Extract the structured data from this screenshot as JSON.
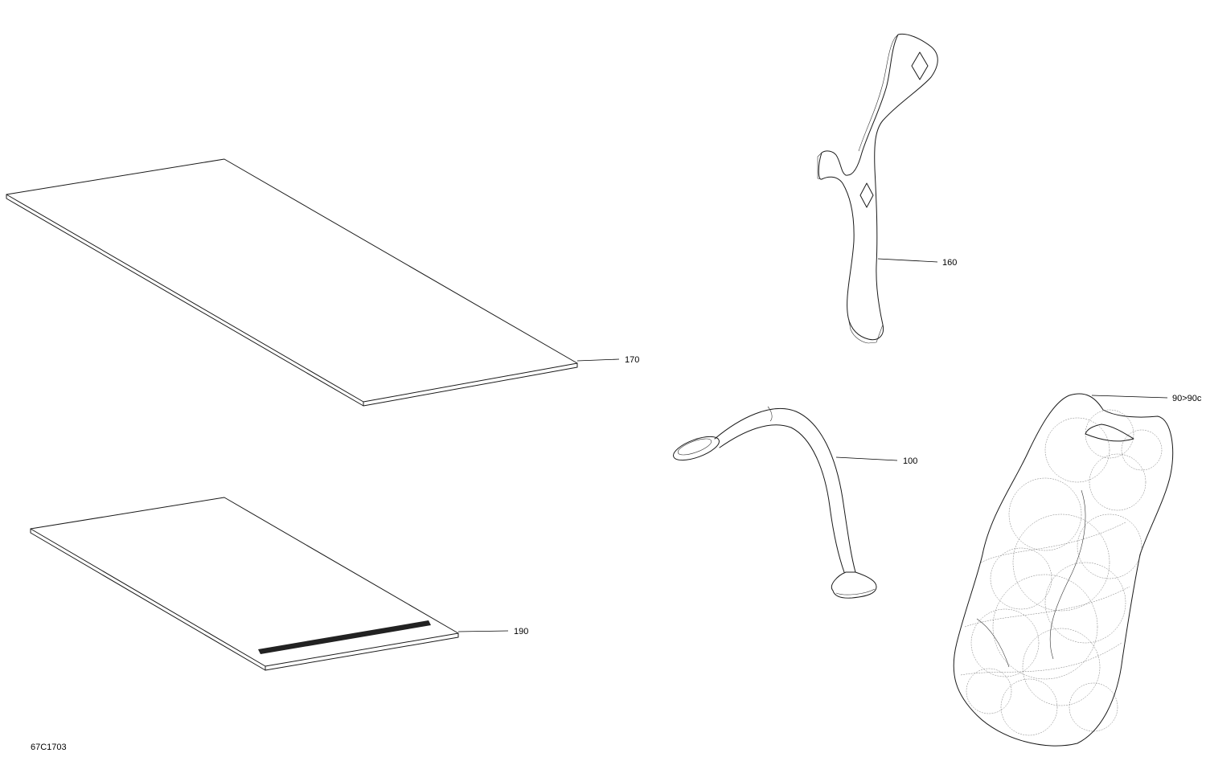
{
  "callouts": {
    "c170": "170",
    "c190": "190",
    "c160": "160",
    "c100": "100",
    "c90": "90>90c"
  },
  "reference": "67C1703",
  "colors": {
    "line": "#1a1a1a",
    "background": "#ffffff"
  }
}
